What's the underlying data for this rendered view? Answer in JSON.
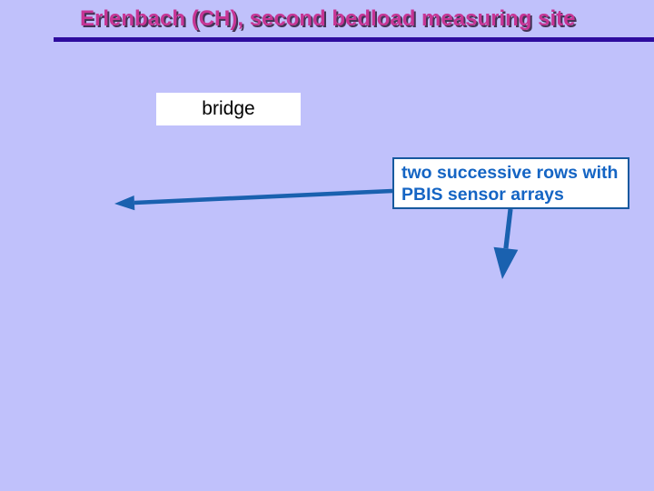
{
  "slide": {
    "title": "Erlenbach (CH), second bedload measuring site"
  },
  "callouts": {
    "bridge": "bridge",
    "sensor_line1": "two successive rows with",
    "sensor_line2": "PBIS sensor arrays"
  },
  "icons": {
    "left_arrow": "left-arrow",
    "down_arrow": "down-arrow"
  },
  "colors": {
    "slide_bg": "#c0c1fb",
    "title_text": "#c73595",
    "title_shadow": "#453457",
    "title_rule": "#2e0c9e",
    "callout_bg": "#ffffff",
    "callout_border": "#17599f",
    "sensor_text": "#1565c4",
    "bridge_text": "#000000",
    "arrow": "#1a61af"
  }
}
